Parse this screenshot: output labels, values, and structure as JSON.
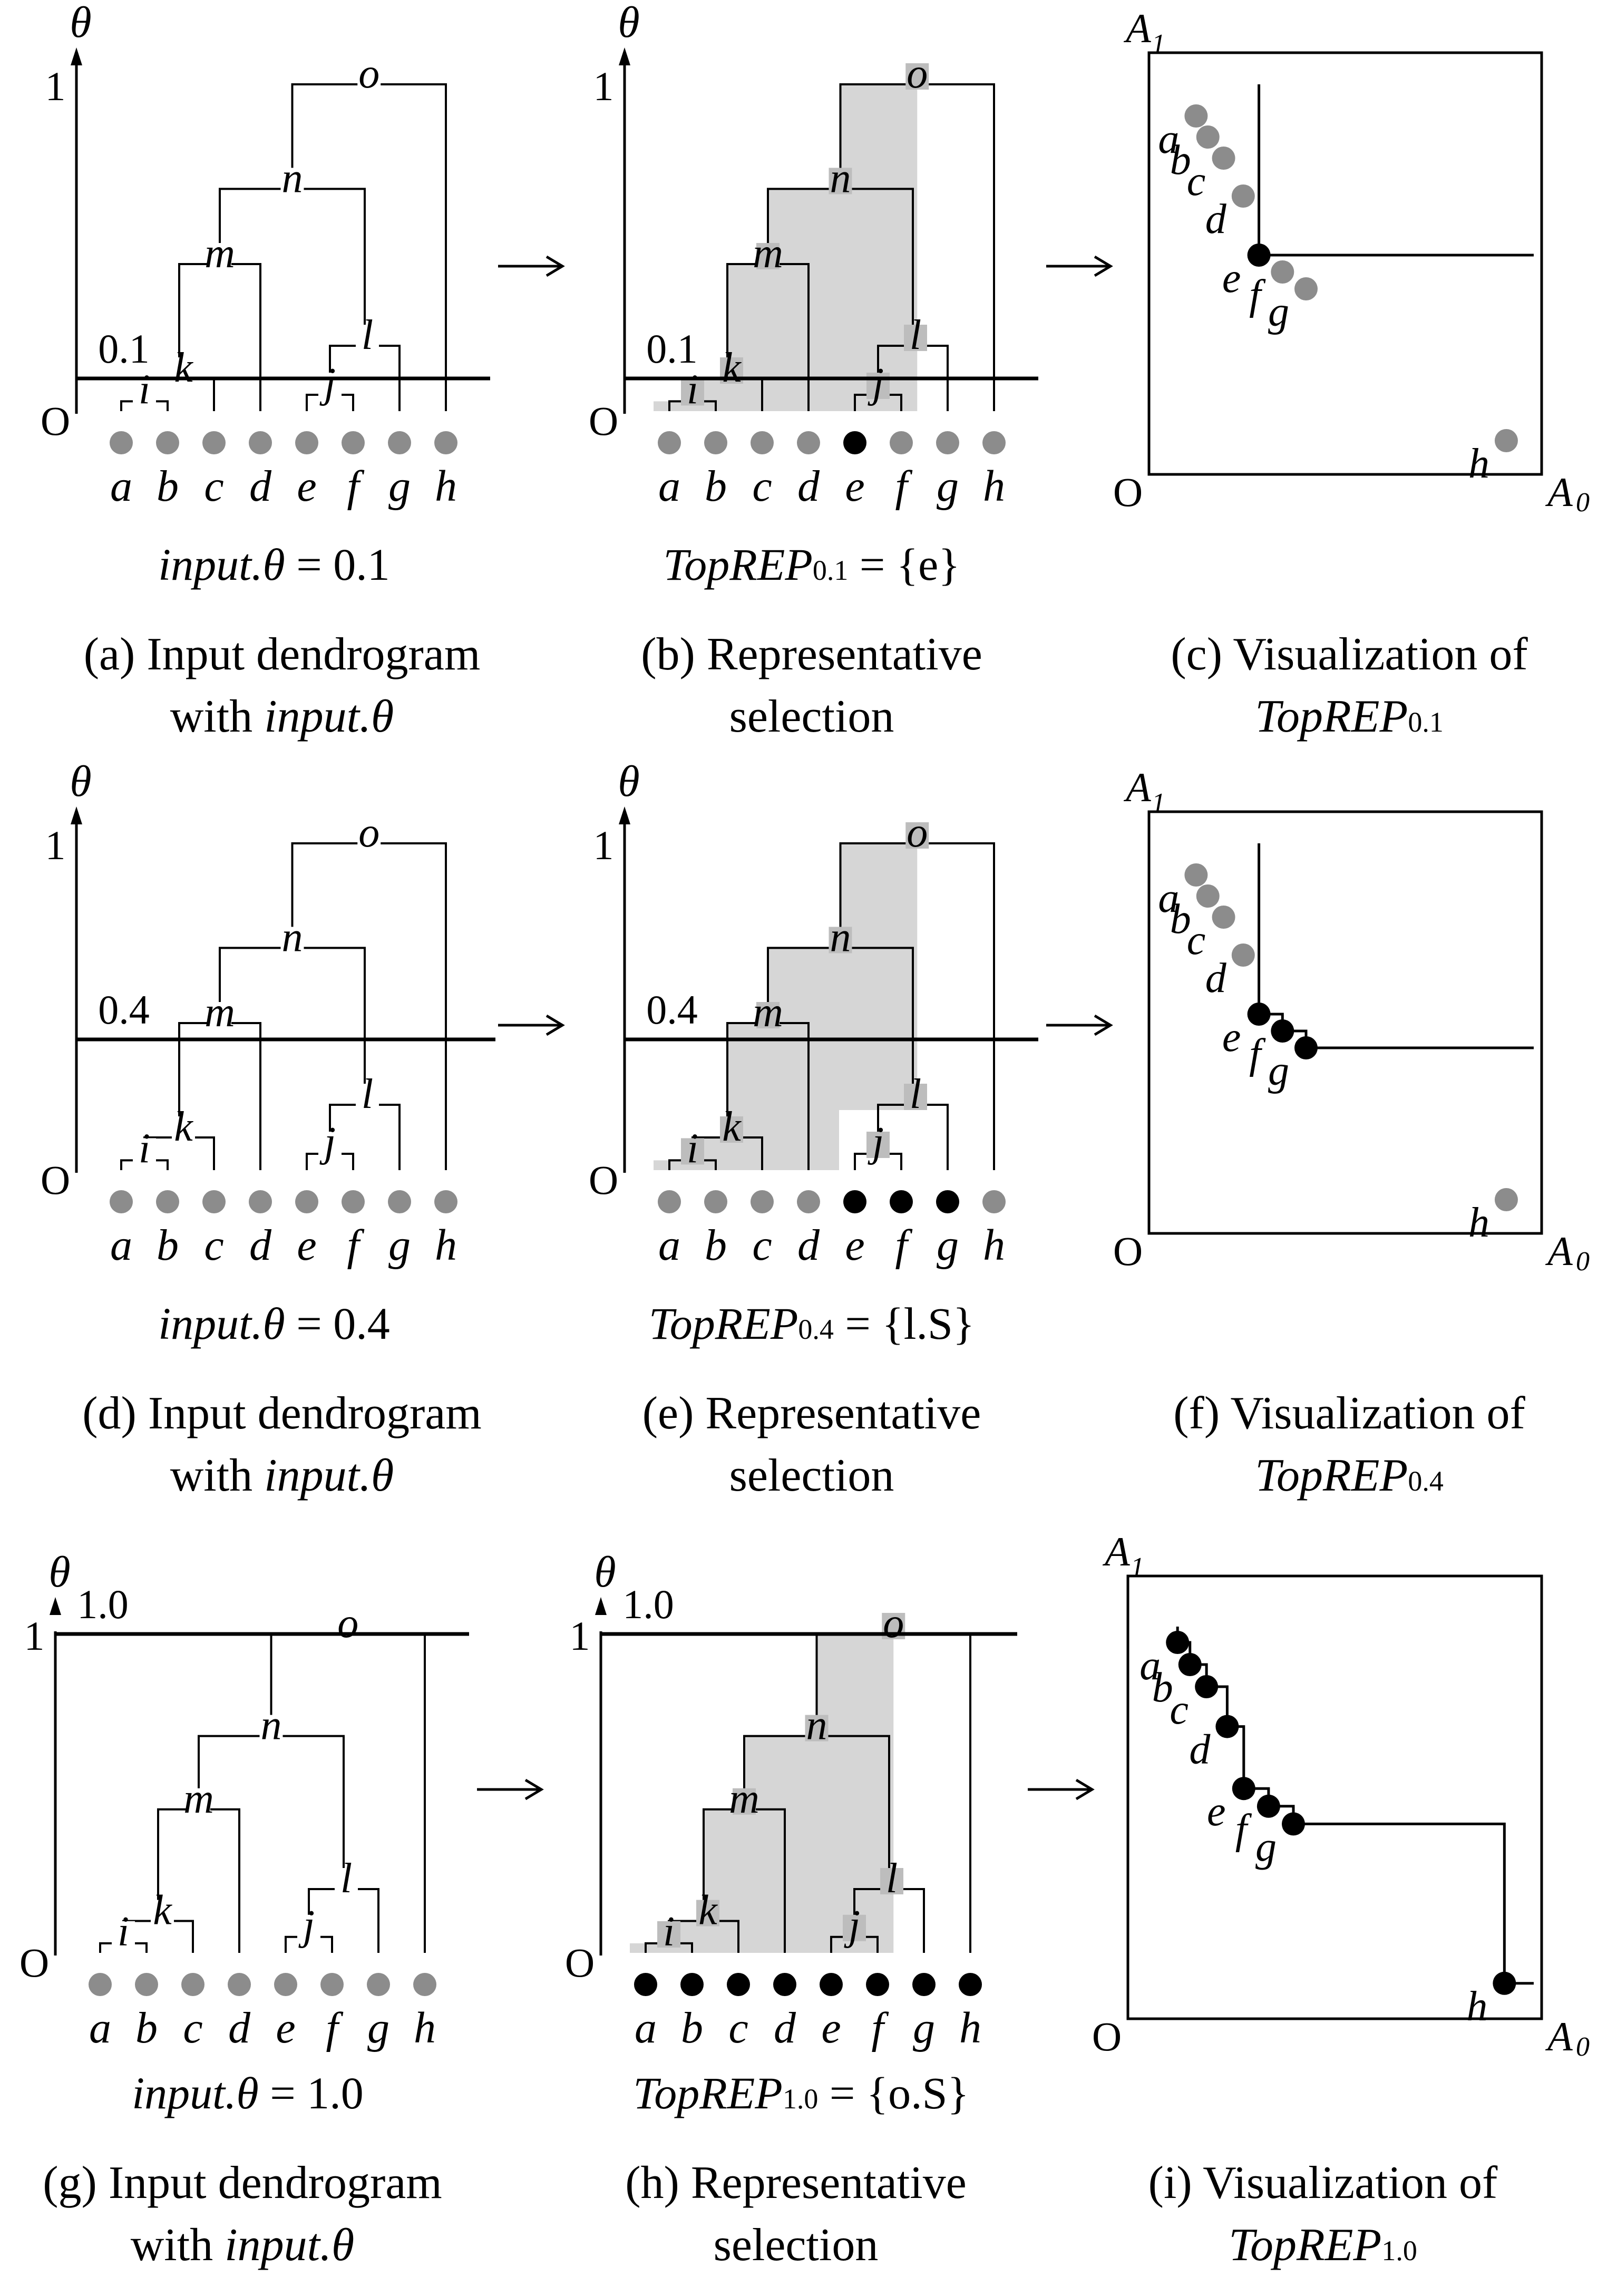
{
  "axis": {
    "theta": "θ",
    "one": "1",
    "origin": "O",
    "a0": "A",
    "a0_sub": "0",
    "a1": "A",
    "a1_sub": "1"
  },
  "leaves": [
    "a",
    "b",
    "c",
    "d",
    "e",
    "f",
    "g",
    "h"
  ],
  "nodes": {
    "i": "i",
    "j": "j",
    "k": "k",
    "l": "l",
    "m": "m",
    "n": "n",
    "o": "o"
  },
  "colors": {
    "gray": "#8c8c8c",
    "black": "#000000",
    "shade": "#d6d6d6",
    "shade_mark": "#bdbdbd"
  },
  "rows": [
    {
      "threshold": "0.1",
      "input_prefix": "input.",
      "input_theta": "θ",
      "input_eq": " = 0.1",
      "top": "TopREP",
      "top_sub": "0.1",
      "top_set": " = {e}",
      "capA": [
        "(a) Input dendrogram",
        "with ",
        "input.θ"
      ],
      "capB": [
        "(b) Representative",
        "selection"
      ],
      "capC": [
        "(c) Visualization of",
        "TopREP",
        "0.1"
      ],
      "black_leaves": [
        0,
        0,
        0,
        0,
        1,
        0,
        0,
        0
      ],
      "scatter_black": [
        "e"
      ]
    },
    {
      "threshold": "0.4",
      "input_prefix": "input.",
      "input_theta": "θ",
      "input_eq": " = 0.4",
      "top": "TopREP",
      "top_sub": "0.4",
      "top_set": " = {l.S}",
      "capA": [
        "(d) Input dendrogram",
        "with ",
        "input.θ"
      ],
      "capB": [
        "(e) Representative",
        "selection"
      ],
      "capC": [
        "(f) Visualization of",
        "TopREP",
        "0.4"
      ],
      "black_leaves": [
        0,
        0,
        0,
        0,
        1,
        1,
        1,
        0
      ],
      "scatter_black": [
        "e",
        "f",
        "g"
      ]
    },
    {
      "threshold": "1.0",
      "input_prefix": "input.",
      "input_theta": "θ",
      "input_eq": " = 1.0",
      "top": "TopREP",
      "top_sub": "1.0",
      "top_set": " = {o.S}",
      "capA": [
        "(g) Input dendrogram",
        "with ",
        "input.θ"
      ],
      "capB": [
        "(h) Representative",
        "selection"
      ],
      "capC": [
        "(i) Visualization of",
        "TopREP",
        "1.0"
      ],
      "black_leaves": [
        1,
        1,
        1,
        1,
        1,
        1,
        1,
        1
      ],
      "scatter_black": [
        "a",
        "b",
        "c",
        "d",
        "e",
        "f",
        "g",
        "h"
      ]
    }
  ]
}
